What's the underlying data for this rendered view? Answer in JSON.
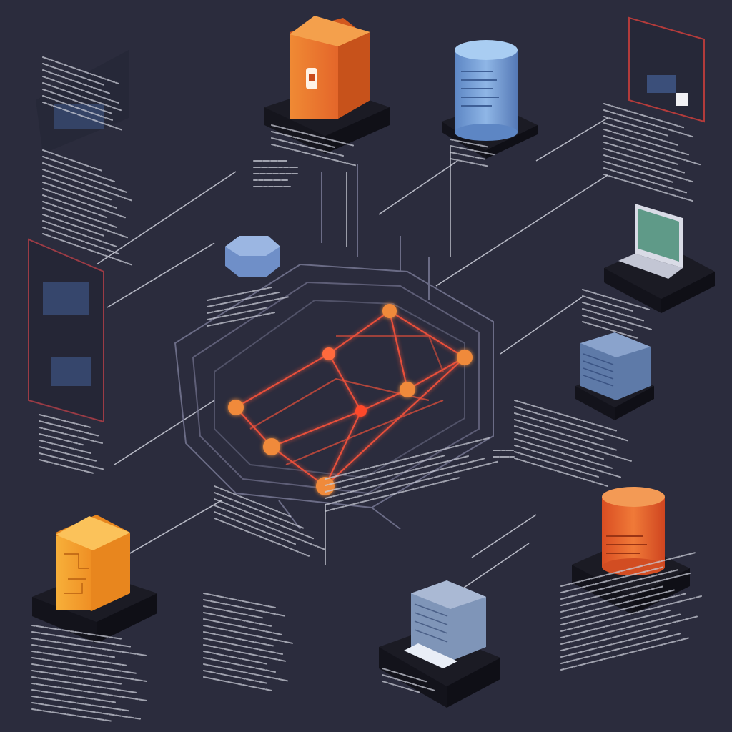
{
  "diagram": {
    "nodes": [
      {
        "id": "orange-server",
        "kind": "server-block",
        "color": "#ec7a2c"
      },
      {
        "id": "blue-database",
        "kind": "database-cylinder",
        "color": "#6d9bd6"
      },
      {
        "id": "top-right-panel",
        "kind": "screen-panel",
        "color": "#2e3146"
      },
      {
        "id": "left-panel",
        "kind": "screen-panel",
        "color": "#2e3146"
      },
      {
        "id": "small-router",
        "kind": "hub-device",
        "color": "#6f8fc8"
      },
      {
        "id": "laptop",
        "kind": "laptop",
        "color": "#d9dbe6"
      },
      {
        "id": "blue-server-rack",
        "kind": "server-rack",
        "color": "#5e7aa8"
      },
      {
        "id": "orange-database",
        "kind": "database-cylinder",
        "color": "#e4612a"
      },
      {
        "id": "amber-circuit-box",
        "kind": "circuit-box",
        "color": "#f2a12c"
      },
      {
        "id": "bottom-server-rack",
        "kind": "server-rack",
        "color": "#7f95b8"
      },
      {
        "id": "central-circuit-hub",
        "kind": "network-graph",
        "color": "#e8503a"
      }
    ],
    "hub_nodes": 8,
    "accent_colors": {
      "background": "#2b2c3d",
      "pedestal": "#1b1b24",
      "circuit_glow": "#ff6a3d",
      "line": "#cfd1dc"
    }
  }
}
